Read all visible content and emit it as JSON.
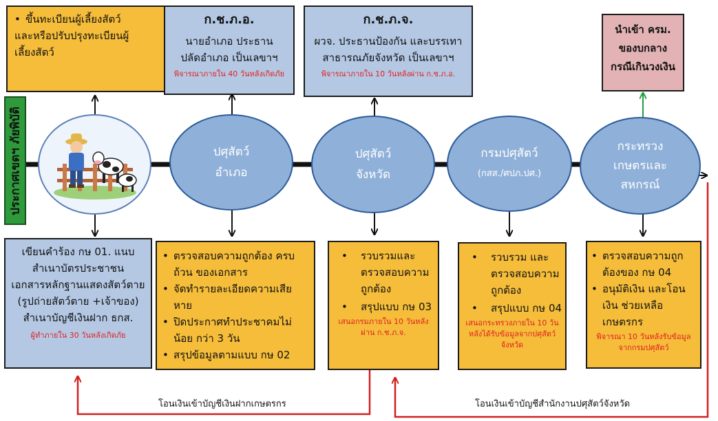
{
  "side_label": "ประกาศเขตฯ ภัยพิบัติ",
  "top_boxes": {
    "farmer_register": [
      "ขึ้นทะเบียนผู้เลี้ยงสัตว์",
      "และหรือปรับปรุงทะเบียนผู้",
      "เลี้ยงสัตว์"
    ],
    "district": {
      "title": "ก.ช.ภ.อ.",
      "lines": [
        "นายอำเภอ  ประธาน",
        "ปลัดอำเภอ  เป็นเลขาฯ"
      ],
      "note": "พิจารณาภายใน 40 วันหลังเกิดภัย"
    },
    "province": {
      "title": "ก.ช.ภ.จ.",
      "lines": [
        "ผวจ. ประธานป้องกัน และบรรเทา",
        "สาธารณภัยจังหวัด เป็นเลขาฯ"
      ],
      "note": "พิจารณาภายใน 10 วันหลังผ่าน ก.ช.ภ.อ."
    },
    "cabinet": [
      "นำเข้า ครม.",
      "ของบกลาง",
      "กรณีเกินวงเงิน"
    ]
  },
  "nodes": {
    "farmer_image": "farmer-with-cows",
    "district_livestock": [
      "ปศุสัตว์",
      "อำเภอ"
    ],
    "province_livestock": [
      "ปศุสัตว์",
      "จังหวัด"
    ],
    "dld": [
      "กรมปศุสัตว์",
      "(กสส./ศปภ.ปศ.)"
    ],
    "ministry": [
      "กระทรวง",
      "เกษตรและ",
      "สหกรณ์"
    ]
  },
  "bottom_boxes": {
    "application": {
      "lines": [
        "เขียนคำร้อง กษ 01. แนบ",
        "สำเนาบัตรประชาชน",
        "เอกสารหลักฐานแสดงสัตว์ตาย",
        "(รูปถ่ายสัตว์ตาย +เจ้าของ)",
        "สำเนาบัญชีเงินฝาก ธกส."
      ],
      "note": "ผู้ทำภายใน 30 วันหลังเกิดภัย"
    },
    "district_check": {
      "items": [
        "ตรวจสอบความถูกต้อง ครบถ้วน ของเอกสาร",
        "จัดทำรายละเอียดความเสียหาย",
        "ปิดประกาศทำประชาคมไม่น้อย กว่า 3 วัน",
        "สรุปข้อมูลตามแบบ กษ 02"
      ]
    },
    "province_collect": {
      "items": [
        "รวบรวมและ ตรวจสอบความ ถูกต้อง",
        "สรุปแบบ กษ 03"
      ],
      "note": [
        "เสนอกรมภายใน 10 วันหลัง",
        "ผ่าน ก.ช.ภ.จ."
      ]
    },
    "dld_collect": {
      "items": [
        "รวบรวม และ ตรวจสอบความ ถูกต้อง",
        "สรุปแบบ กษ 04"
      ],
      "note": [
        "เสนอกระทรวงภายใน 10 วัน",
        "หลังได้รับข้อมูลจากปศุสัตว์",
        "จังหวัด"
      ]
    },
    "ministry_check": {
      "items": [
        "ตรวจสอบความถูก ต้องของ กษ 04",
        "อนุมัติเงิน และโอนเงิน ช่วยเหลือเกษตรกร"
      ],
      "note": [
        "พิจารณา 10 วันหลังรับข้อมูล",
        "จากกรมปศุสัตว์"
      ]
    }
  },
  "flows": {
    "to_farmer_account": "โอนเงินเข้าบัญชีเงินฝากเกษตรกร",
    "to_province_office": "โอนเงินเข้าบัญชีสำนักงานปศุสัตว์จังหวัด"
  },
  "colors": {
    "box_yellow": "#f5bd3a",
    "box_blue": "#b4c8e4",
    "box_pink": "#e3b2b4",
    "ellipse_fill": "#8fb0d8",
    "side_label_green": "#2e9a3c",
    "flow_red": "#d21f1f",
    "note_red": "#e02020"
  }
}
